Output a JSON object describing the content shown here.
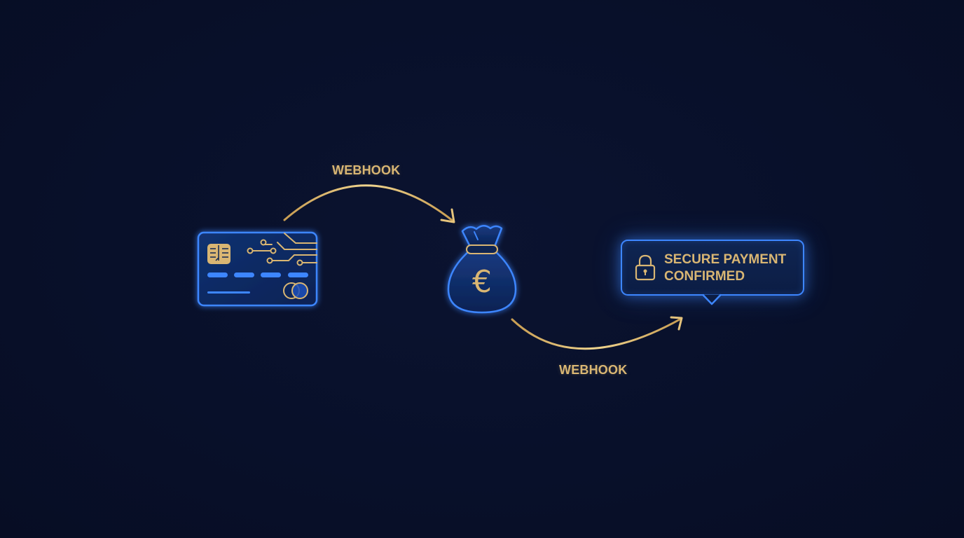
{
  "flow": {
    "step1_label": "WEBHOOK",
    "step2_label": "WEBHOOK"
  },
  "nodes": {
    "card": {
      "icon": "credit-card-icon"
    },
    "bag": {
      "icon": "money-bag-icon",
      "currency_symbol": "€"
    },
    "confirmation": {
      "icon": "lock-icon",
      "line1": "SECURE PAYMENT",
      "line2": "CONFIRMED"
    }
  },
  "colors": {
    "background": "#08102a",
    "gold": "#d9b673",
    "blue": "#3d86ff",
    "panel": "#0f2552"
  }
}
